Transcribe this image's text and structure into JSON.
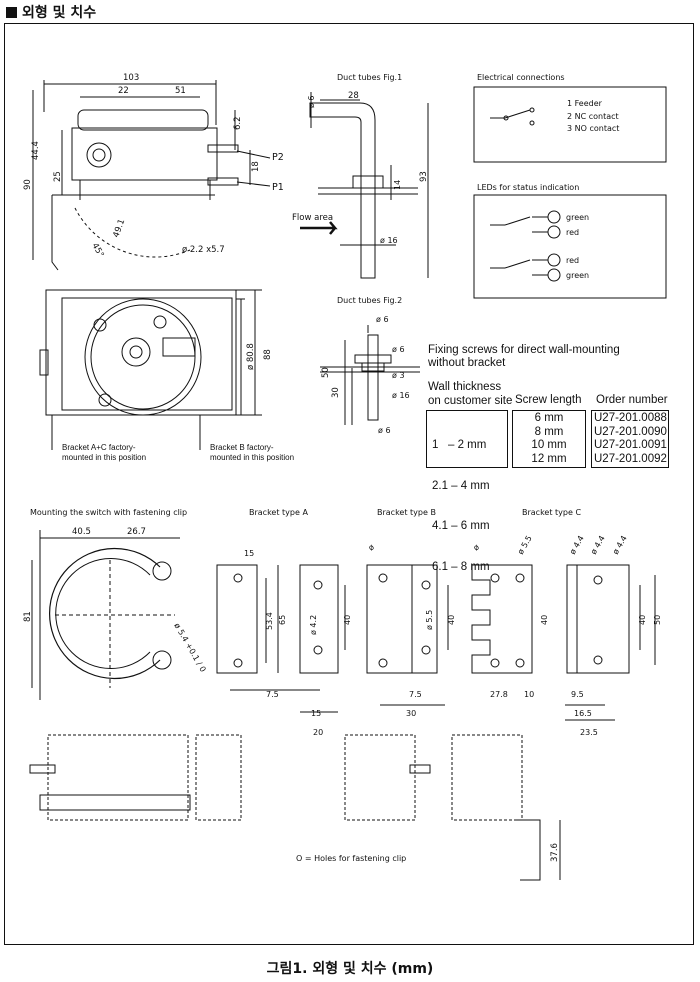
{
  "header": {
    "title": "외형 및 치수"
  },
  "caption": "그림1. 외형 및 치수 (mm)",
  "top_view": {
    "dims": [
      "103",
      "22",
      "51",
      "44.4",
      "90",
      "25",
      "6.2",
      "18",
      "P2",
      "P1",
      "ø 2.2 x5.7",
      "45°",
      "49.1"
    ]
  },
  "front_view": {
    "dims": [
      "ø 80.8",
      "88"
    ],
    "note_a": "Bracket A+C factory-\nmounted in this position",
    "note_b": "Bracket B factory-\nmounted in this position"
  },
  "duct_fig1": {
    "title": "Duct tubes Fig.1",
    "dims": [
      "ø 6",
      "28",
      "14",
      "93",
      "ø 16"
    ],
    "flow_label": "Flow area"
  },
  "duct_fig2": {
    "title": "Duct tubes Fig.2",
    "dims": [
      "ø 6",
      "ø 6",
      "50",
      "30",
      "ø 3",
      "ø 16",
      "ø 6"
    ]
  },
  "electrical": {
    "title": "Electrical connections",
    "items": [
      "1 Feeder",
      "2 NC contact",
      "3 NO contact"
    ]
  },
  "leds": {
    "title": "LEDs for status indication",
    "labels": [
      "green",
      "red",
      "red",
      "green"
    ]
  },
  "fixing": {
    "title_line1": "Fixing screws for direct wall-mounting",
    "title_line2": "without bracket",
    "headers": [
      "Wall thickness\non customer site",
      "Screw length",
      "Order number"
    ],
    "wall": [
      "1   – 2 mm",
      "2.1 – 4 mm",
      "4.1 – 6 mm",
      "6.1 – 8 mm"
    ],
    "screw": [
      "6 mm",
      "8 mm",
      "10 mm",
      "12 mm"
    ],
    "order": [
      "U27-201.0088",
      "U27-201.0090",
      "U27-201.0091",
      "U27-201.0092"
    ]
  },
  "mounting": {
    "title": "Mounting the switch with fastening clip",
    "dims": [
      "40.5",
      "26.7",
      "81",
      "ø 5.4 +0.1 / 0"
    ]
  },
  "bracket_a": {
    "title": "Bracket type A",
    "dims": [
      "15",
      "53.4",
      "65",
      "ø 4.2",
      "40",
      "7.5",
      "15",
      "20"
    ]
  },
  "bracket_b": {
    "title": "Bracket type B",
    "dims": [
      "ø",
      "ø 5.5",
      "40",
      "7.5",
      "30"
    ]
  },
  "bracket_c": {
    "title": "Bracket type C",
    "dims": [
      "ø",
      "ø 5.5",
      "ø 4.4",
      "ø 4.4",
      "ø 4.4",
      "40",
      "27.8",
      "10",
      "40",
      "50",
      "9.5",
      "16.5",
      "23.5"
    ]
  },
  "bottom": {
    "legend": "O = Holes for fastening clip",
    "dim": "37.6"
  }
}
